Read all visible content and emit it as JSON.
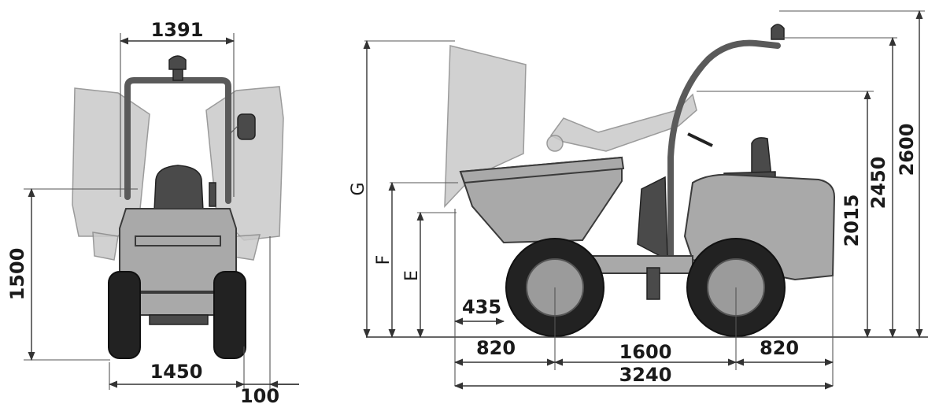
{
  "front_view": {
    "dims": {
      "rops_width": "1391",
      "height": "1500",
      "track_width": "1450",
      "overhang": "100"
    }
  },
  "side_view": {
    "dims": {
      "tip_clearance": "435",
      "front_overhang": "820",
      "wheelbase": "1600",
      "rear_overhang": "820",
      "overall_length": "3240",
      "height_seat": "2015",
      "height_rops": "2450",
      "height_beacon": "2600"
    },
    "letters": {
      "G": "G",
      "F": "F",
      "E": "E"
    }
  },
  "colors": {
    "line": "#333333",
    "machine": "#a9a9a9",
    "tire": "#222222"
  }
}
